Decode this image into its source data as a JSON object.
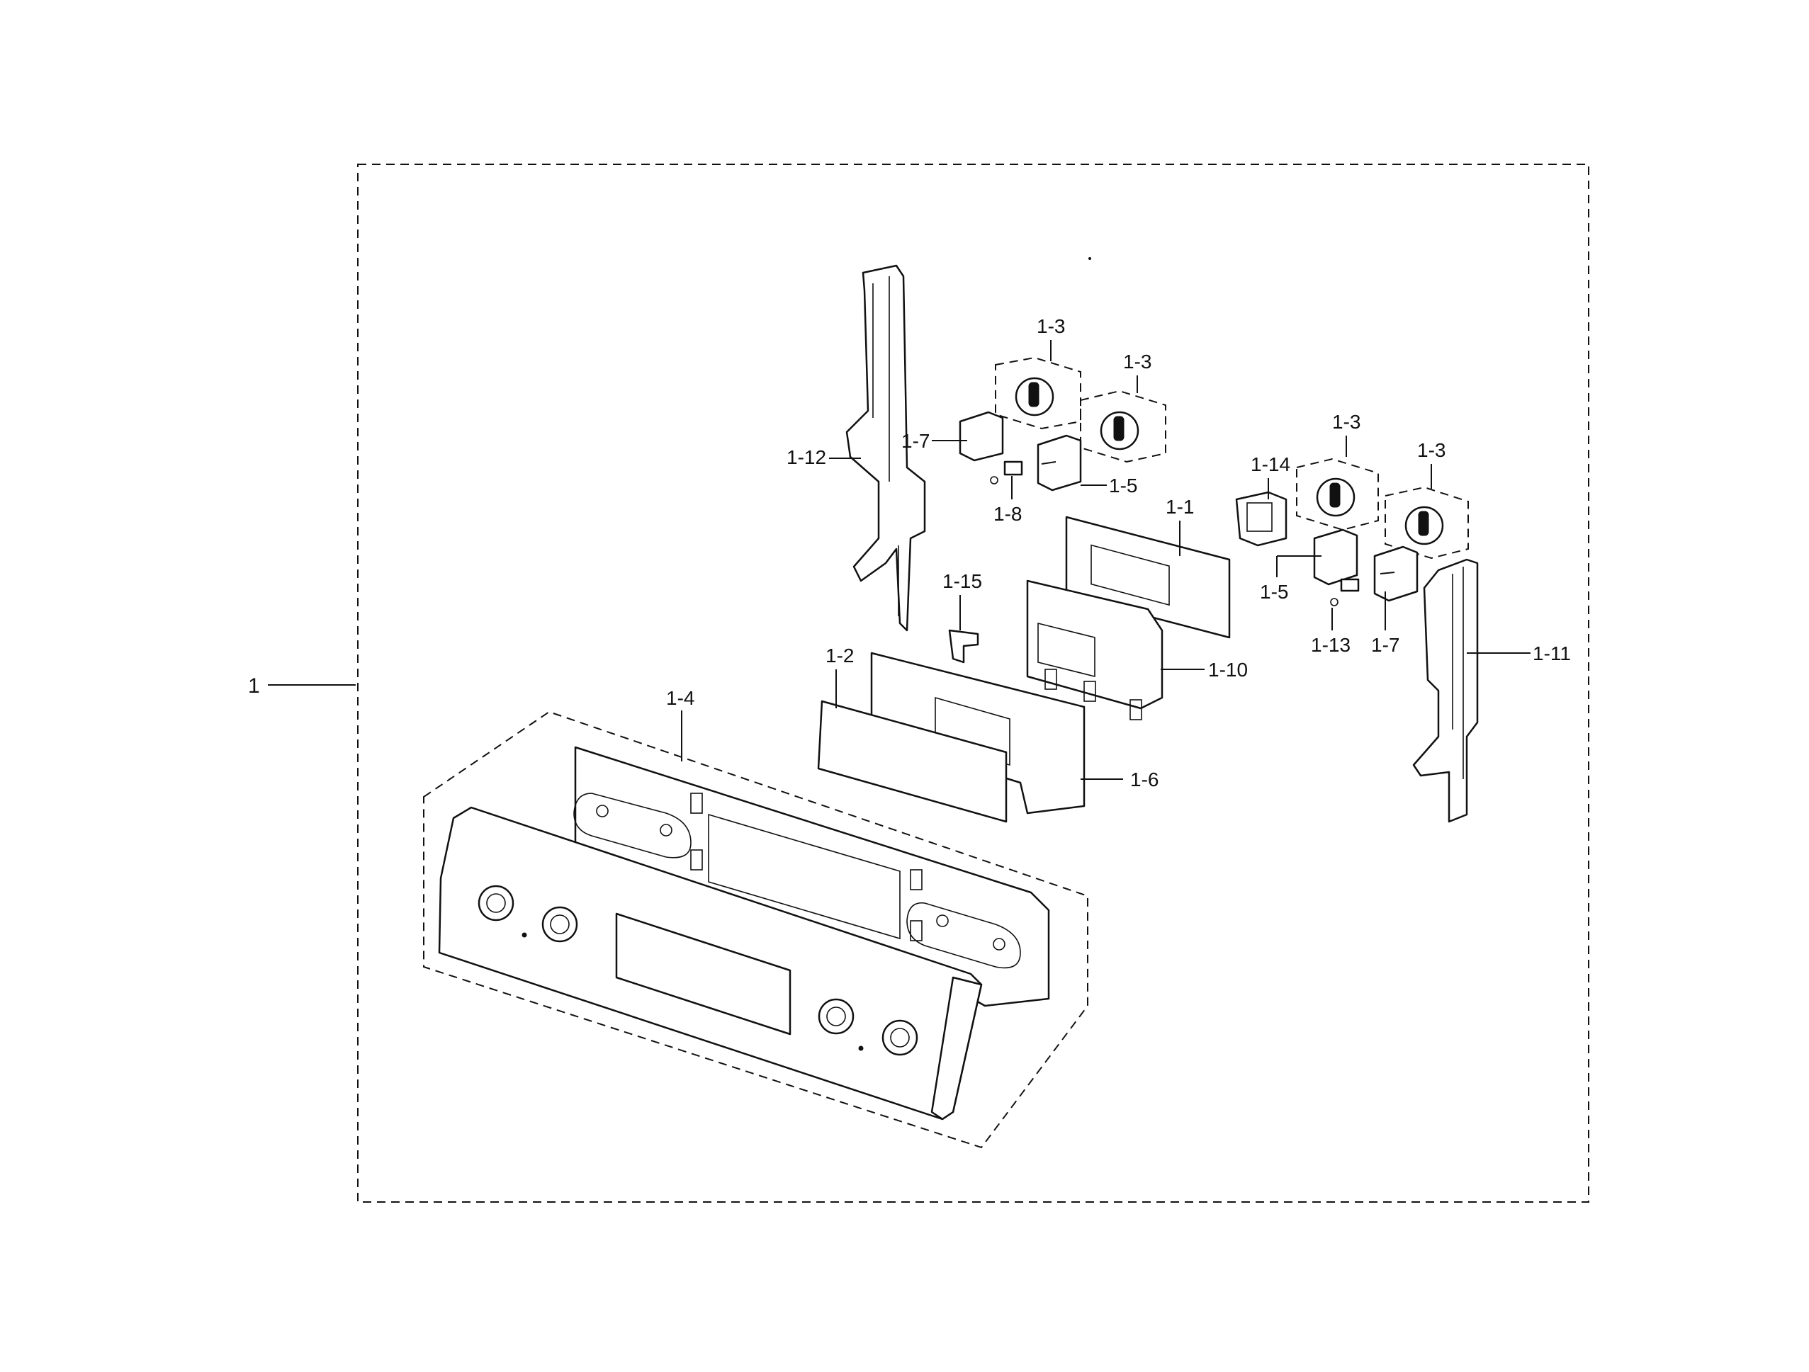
{
  "diagram": {
    "labels": {
      "assembly": "1",
      "l_1_1": "1-1",
      "l_1_2": "1-2",
      "l_1_3a": "1-3",
      "l_1_3b": "1-3",
      "l_1_3c": "1-3",
      "l_1_3d": "1-3",
      "l_1_4": "1-4",
      "l_1_5a": "1-5",
      "l_1_5b": "1-5",
      "l_1_6": "1-6",
      "l_1_7a": "1-7",
      "l_1_7b": "1-7",
      "l_1_8": "1-8",
      "l_1_10": "1-10",
      "l_1_11": "1-11",
      "l_1_12": "1-12",
      "l_1_13": "1-13",
      "l_1_14": "1-14",
      "l_1_15": "1-15"
    }
  }
}
